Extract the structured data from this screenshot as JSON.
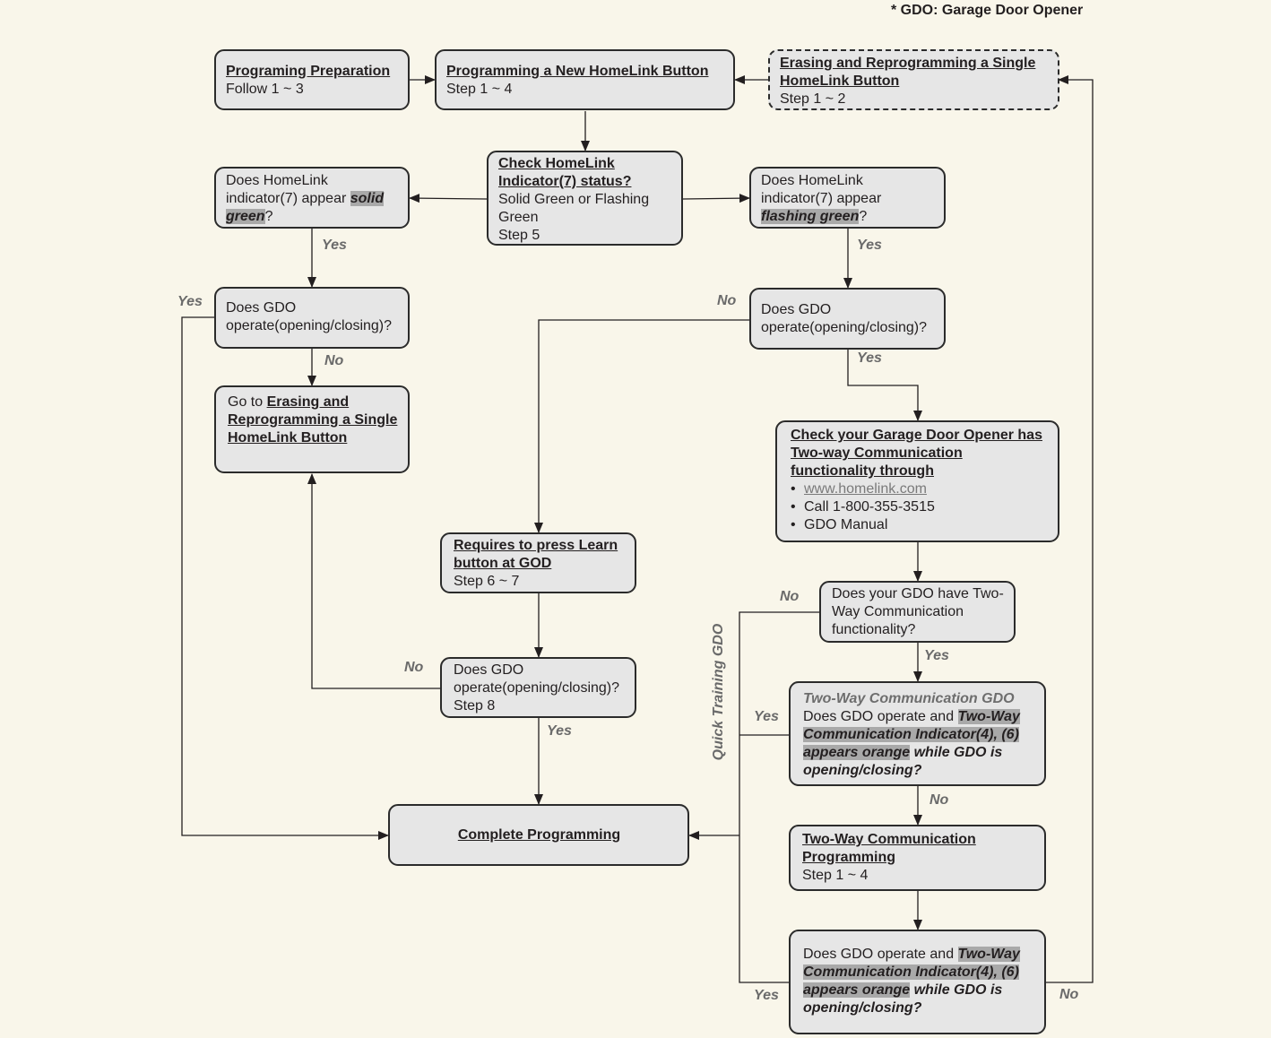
{
  "footnote": "* GDO: Garage Door Opener",
  "side_label": "Quick Training GDO",
  "nodes": {
    "prep": {
      "title": "Programing Preparation",
      "sub": "Follow 1 ~ 3"
    },
    "new_button": {
      "title": "Programming a New HomeLink Button",
      "sub": "Step 1 ~ 4"
    },
    "erase": {
      "title": "Erasing and Reprogramming a Single HomeLink Button",
      "sub": "Step 1 ~ 2"
    },
    "check_indicator": {
      "title": "Check HomeLink Indicator(7) status?",
      "line1": "Solid Green or Flashing Green",
      "line2": "Step 5"
    },
    "solid": {
      "pre": "Does HomeLink indicator(7) appear ",
      "emph": "solid green",
      "post": "?"
    },
    "flashing": {
      "pre": "Does HomeLink indicator(7) appear ",
      "emph": "flashing green",
      "post": "?"
    },
    "operate_left": {
      "text": "Does GDO operate(opening/closing)?"
    },
    "operate_right": {
      "text": "Does GDO operate(opening/closing)?"
    },
    "goto_erase": {
      "pre": "Go to ",
      "link": "Erasing and Reprogramming a Single HomeLink Button"
    },
    "check_twoway": {
      "title": "Check your Garage Door Opener has Two-way Communication functionality through",
      "bullets": [
        "www.homelink.com",
        "Call 1-800-355-3515",
        "GDO Manual"
      ]
    },
    "learn": {
      "title": "Requires to press Learn button at GOD",
      "sub": "Step 6 ~ 7"
    },
    "has_twoway": {
      "text": "Does your GDO have Two-Way Communication functionality?"
    },
    "operate_step8": {
      "text": "Does GDO operate(opening/closing)?",
      "sub": "Step 8"
    },
    "twoway_gdo": {
      "heading": "Two-Way Communication GDO",
      "pre": "Does GDO operate and ",
      "emph": "Two-Way Communication Indicator(4), (6) appears orange",
      "post": " while GDO is opening/closing?"
    },
    "complete": {
      "title": "Complete Programming"
    },
    "twoway_prog": {
      "title": "Two-Way Communication Programming",
      "sub": "Step 1 ~ 4"
    },
    "final": {
      "pre": "Does GDO operate and ",
      "emph": "Two-Way Communication Indicator(4), (6) appears orange",
      "post": " while GDO is opening/closing?"
    }
  },
  "edge_labels": {
    "yes": "Yes",
    "no": "No"
  }
}
